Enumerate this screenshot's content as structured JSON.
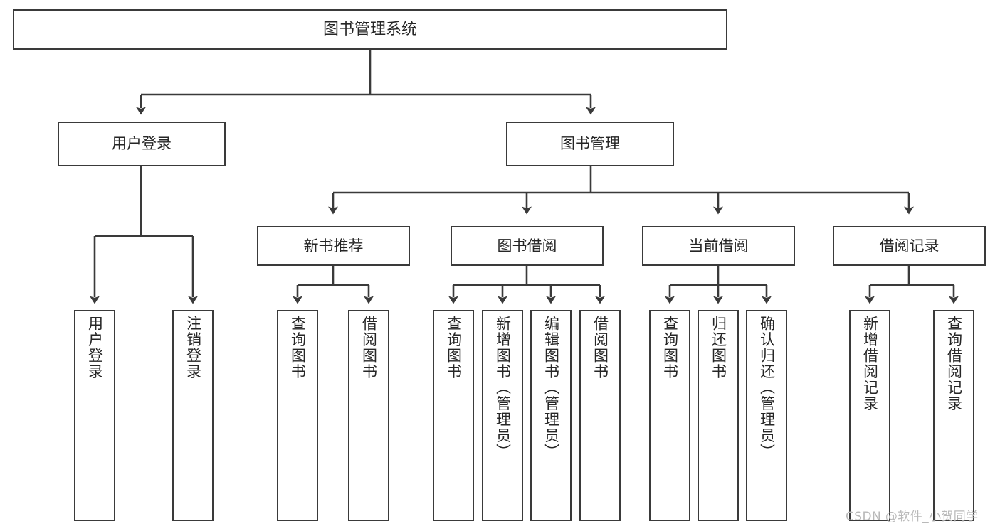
{
  "diagram": {
    "title": "图书管理系统",
    "type": "hierarchy-tree",
    "root": {
      "label": "图书管理系统"
    },
    "level2": [
      {
        "label": "用户登录"
      },
      {
        "label": "图书管理"
      }
    ],
    "level3": [
      {
        "label": "新书推荐"
      },
      {
        "label": "图书借阅"
      },
      {
        "label": "当前借阅"
      },
      {
        "label": "借阅记录"
      }
    ],
    "leaves": {
      "user_login": [
        {
          "label": "用户登录"
        },
        {
          "label": "注销登录"
        }
      ],
      "new_book": [
        {
          "label": "查询图书"
        },
        {
          "label": "借阅图书"
        }
      ],
      "borrow_book": [
        {
          "label": "查询图书"
        },
        {
          "label": "新增图书（管理员）"
        },
        {
          "label": "编辑图书（管理员）"
        },
        {
          "label": "借阅图书"
        }
      ],
      "current_borrow": [
        {
          "label": "查询图书"
        },
        {
          "label": "归还图书"
        },
        {
          "label": "确认归还（管理员）"
        }
      ],
      "borrow_record": [
        {
          "label": "新增借阅记录"
        },
        {
          "label": "查询借阅记录"
        }
      ]
    }
  },
  "watermark": {
    "text": "CSDN @软件_小贺同学"
  },
  "colors": {
    "box_border": "#3a3a3a",
    "box_fill": "#ffffff",
    "connector": "#3a3a3a",
    "text": "#262626",
    "watermark": "#b9b9b9"
  }
}
